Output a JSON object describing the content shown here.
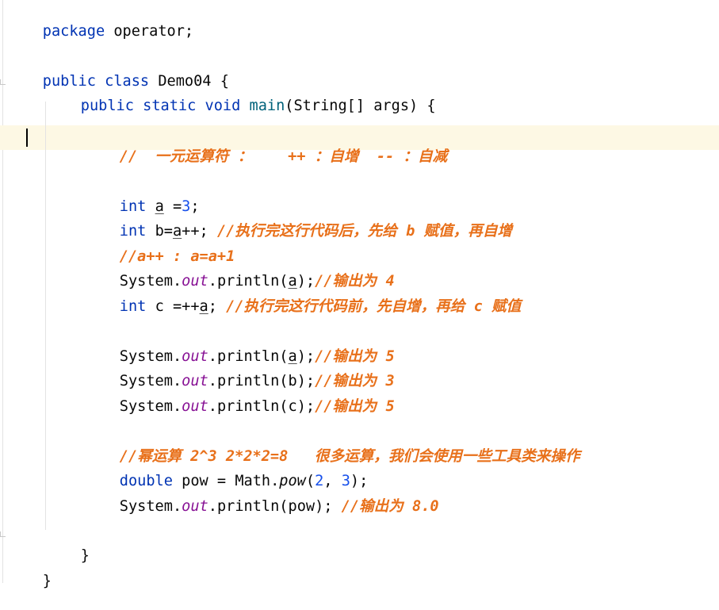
{
  "lines": {
    "l1": {
      "kw": "package",
      "rest": " operator;"
    },
    "l3": {
      "kw1": "public",
      "kw2": "class",
      "rest": " Demo04 {"
    },
    "l4": {
      "kw1": "public",
      "kw2": "static",
      "kw3": "void",
      "fn": "main",
      "rest": "(String[] args) {"
    },
    "l6": {
      "comment": "//  一元运算符 ：    ++ ：自增  -- ：自减"
    },
    "l8": {
      "kw": "int",
      "sp": " ",
      "var": "a",
      "mid": " =",
      "num": "3",
      "end": ";"
    },
    "l9": {
      "kw": "int",
      "pre": " b=",
      "var": "a",
      "post": "++; ",
      "comment": "//执行完这行代码后，先给 b 赋值，再自增"
    },
    "l10": {
      "comment": "//a++ : a=a+1"
    },
    "l11": {
      "pre": "System.",
      "field": "out",
      "mid": ".println(",
      "var": "a",
      "end": ");",
      "comment": "//输出为 4"
    },
    "l12": {
      "kw": "int",
      "pre": " c =++",
      "var": "a",
      "end": "; ",
      "comment": "//执行完这行代码前，先自增，再给 c 赋值"
    },
    "l14": {
      "pre": "System.",
      "field": "out",
      "mid": ".println(",
      "var": "a",
      "end": ");",
      "comment": "//输出为 5"
    },
    "l15": {
      "pre": "System.",
      "field": "out",
      "mid": ".println(b);",
      "comment": "//输出为 3"
    },
    "l16": {
      "pre": "System.",
      "field": "out",
      "mid": ".println(c);",
      "comment": "//输出为 5"
    },
    "l18": {
      "comment": "//幂运算 2^3 2*2*2=8   很多运算，我们会使用一些工具类来操作"
    },
    "l19": {
      "kw": "double",
      "pre": " pow = Math.",
      "call": "pow",
      "open": "(",
      "num1": "2",
      "sep": ", ",
      "num2": "3",
      "end": ");"
    },
    "l20": {
      "pre": "System.",
      "field": "out",
      "mid": ".println(pow); ",
      "comment": "//输出为 8.0"
    },
    "l22": {
      "text": "}"
    },
    "l23": {
      "text": "}"
    }
  }
}
